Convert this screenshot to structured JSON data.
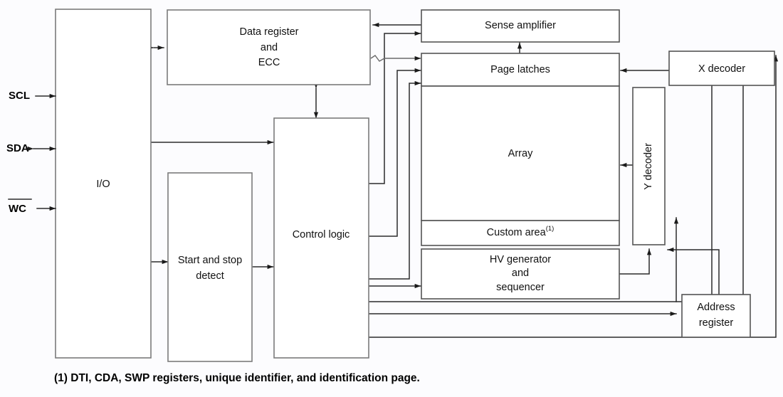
{
  "figure": {
    "type": "block-diagram",
    "title_present": false,
    "background_color": "#fcfcfe",
    "box_stroke_color": "#7b7b7b",
    "wire_color": "#2b2b2b",
    "text_color": "#111111"
  },
  "pins": [
    {
      "name": "scl",
      "label": "SCL",
      "overline": false,
      "direction": "in"
    },
    {
      "name": "sda",
      "label": "SDA",
      "overline": false,
      "direction": "bidirectional"
    },
    {
      "name": "wc",
      "label": "WC",
      "overline": true,
      "direction": "in"
    }
  ],
  "blocks": [
    {
      "name": "io",
      "label": "I/O",
      "lines": [
        "I/O"
      ]
    },
    {
      "name": "data-register",
      "label": "Data register and ECC",
      "lines": [
        "Data register",
        "and",
        "ECC"
      ]
    },
    {
      "name": "start-stop-detect",
      "label": "Start and stop detect",
      "lines": [
        "Start and stop",
        "detect"
      ]
    },
    {
      "name": "control-logic",
      "label": "Control logic",
      "lines": [
        "Control logic"
      ]
    },
    {
      "name": "sense-amplifier",
      "label": "Sense amplifier",
      "lines": [
        "Sense amplifier"
      ]
    },
    {
      "name": "page-latches",
      "label": "Page latches",
      "lines": [
        "Page latches"
      ]
    },
    {
      "name": "array",
      "label": "Array",
      "lines": [
        "Array"
      ]
    },
    {
      "name": "custom-area",
      "label": "Custom area",
      "lines": [
        "Custom area"
      ],
      "superscript": "(1)"
    },
    {
      "name": "hv-generator",
      "label": "HV generator and sequencer",
      "lines": [
        "HV generator",
        "and",
        "sequencer"
      ]
    },
    {
      "name": "x-decoder",
      "label": "X decoder",
      "lines": [
        "X decoder"
      ]
    },
    {
      "name": "y-decoder",
      "label": "Y decoder",
      "lines": [
        "Y decoder"
      ],
      "orientation": "vertical"
    },
    {
      "name": "address-register",
      "label": "Address register",
      "lines": [
        "Address",
        "register"
      ]
    }
  ],
  "footnote": {
    "marker": "(1)",
    "text": "(1) DTI, CDA, SWP registers, unique identifier, and identification page."
  }
}
